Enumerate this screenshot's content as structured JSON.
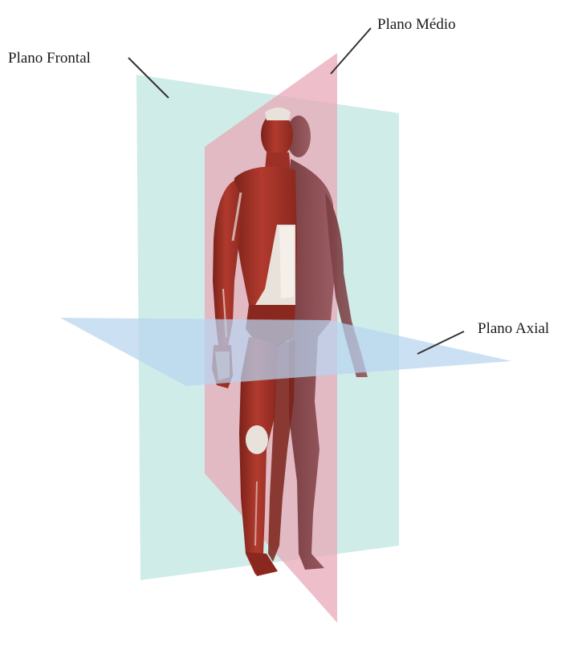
{
  "labels": {
    "frontal": "Plano Frontal",
    "medio": "Plano Médio",
    "axial": "Plano Axial"
  },
  "colors": {
    "frontal_plane": "#bfe6e0",
    "medio_plane": "#e7a6b6",
    "axial_plane": "#b8d4f0",
    "muscle": "#9c2f26",
    "muscle_shadow": "#6e1f1a",
    "tendon": "#e9e2da",
    "leader_line": "#333333"
  },
  "icons": {
    "figure": "anatomical-muscle-figure-icon"
  }
}
